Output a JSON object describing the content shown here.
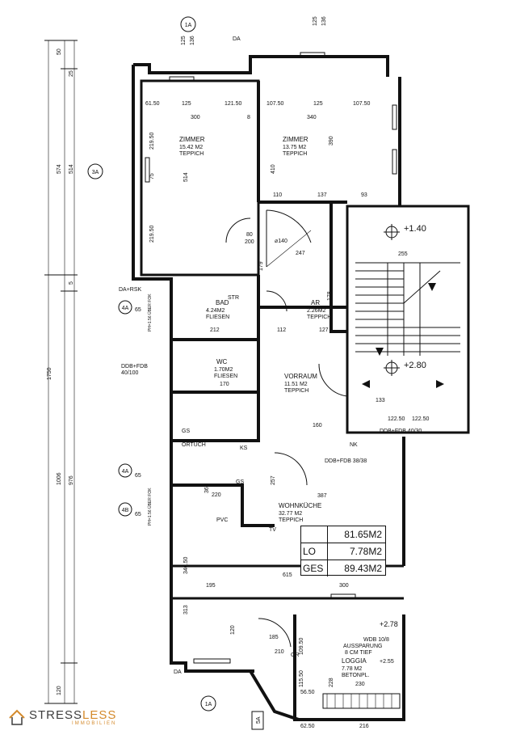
{
  "markers": {
    "top_1a": "1A",
    "left_3a": "3A",
    "left_4a_top": "4A",
    "left_4a_mid": "4A",
    "left_4b": "4B",
    "bottom_1a": "1A",
    "bottom_5a": "5A"
  },
  "rooms": {
    "zimmer1": {
      "name": "ZIMMER",
      "area": "15.42 M2",
      "floor": "TEPPICH"
    },
    "zimmer2": {
      "name": "ZIMMER",
      "area": "13.75 M2",
      "floor": "TEPPICH"
    },
    "bad": {
      "name": "BAD",
      "area": "4.24M2",
      "floor": "FLIESEN"
    },
    "ar": {
      "name": "AR",
      "area": "2.26M2",
      "floor": "TEPPICH"
    },
    "wc": {
      "name": "WC",
      "area": "1.70M2",
      "floor": "FLIESEN"
    },
    "vorraum": {
      "name": "VORRAUM",
      "area": "11.51 M2",
      "floor": "TEPPICH"
    },
    "wohnkueche": {
      "name": "WOHNKÜCHE",
      "area": "32.77 M2",
      "floor": "TEPPICH"
    },
    "loggia": {
      "name": "LOGGIA",
      "area": "7.78 M2",
      "floor": "BETONPL."
    }
  },
  "levels": {
    "stair_top": "+1.40",
    "stair_landing": "+2.80",
    "loggia": "+2.78",
    "loggia_inner": "+2.55"
  },
  "area_summary": [
    {
      "key": "",
      "value": "81.65M2"
    },
    {
      "key": "LO",
      "value": "7.78M2"
    },
    {
      "key": "GES",
      "value": "89.43M2"
    }
  ],
  "annotations": {
    "da_top": "DA",
    "da_bottom": "DA",
    "da_rsk": "DA+RSK",
    "ph_fok_upper": "PH=1.56 ÜBER FOK",
    "ph_fok_lower": "PH=1.56 ÜBER FOK",
    "ddb_fdb_left": "DDB+FDB",
    "ddb_fdb_left_val": "40/100",
    "ddb_fdb_right": "DDB+FDB 40/30",
    "ddb_fdb_mid": "DDB+FDB 38/38",
    "wdb": "WDB 10/8",
    "aussparung": "AUSSPARUNG",
    "tief": "8 CM TIEF",
    "str": "STR",
    "pvc": "PVC",
    "gs": "GS",
    "ortuch": "ORTUCH",
    "ks": "KS",
    "gs2": "GS",
    "tv": "TV",
    "gr": "GR",
    "nk": "NK"
  },
  "dimensions": {
    "left_total": "1750",
    "left_574": "574",
    "left_514": "514",
    "left_1006": "1006",
    "left_976": "976",
    "left_50": "50",
    "left_25": "25",
    "left_5": "5",
    "left_120": "120",
    "top_125": "125",
    "top_136": "136",
    "w_61_50": "61.50",
    "w_125": "125",
    "w_121_50": "121.50",
    "w_107_50a": "107.50",
    "w_125b": "125",
    "w_107_50b": "107.50",
    "w_300": "300",
    "w_8": "8",
    "w_340": "340",
    "w_219_50a": "219.50",
    "w_219_50b": "219.50",
    "w_75a": "75",
    "w_514": "514",
    "w_410": "410",
    "w_390": "390",
    "w_110": "110",
    "w_137": "137",
    "w_93": "93",
    "w_255": "255",
    "w_247": "247",
    "w_140": "⌀140",
    "w_80_200a": "80",
    "w_200a": "200",
    "w_387": "387",
    "w_615": "615",
    "w_195": "195",
    "w_300b": "300",
    "w_313": "313",
    "w_340_50": "340.50",
    "w_365": "365",
    "w_220": "220",
    "w_257": "257",
    "w_160": "160",
    "w_170": "170",
    "w_112": "112",
    "w_127": "127",
    "w_212": "212",
    "w_133": "133",
    "w_122_50a": "122.50",
    "w_122_50b": "122.50",
    "w_228": "228",
    "w_230": "230",
    "w_109_50": "109.50",
    "w_115_50": "115.50",
    "w_56_50": "56.50",
    "w_62_50": "62.50",
    "w_216": "216",
    "w_185": "185",
    "w_210": "210",
    "w_120b": "120",
    "w_178": "178",
    "w_179": "179",
    "w_65": "65"
  },
  "branding": {
    "name_part1": "STRESS",
    "name_part2": "LESS",
    "sub": "IMMOBILIEN"
  }
}
